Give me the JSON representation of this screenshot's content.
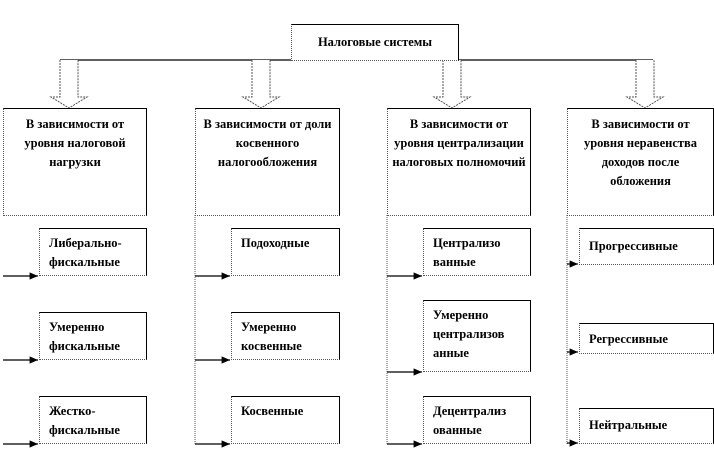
{
  "root": {
    "label": "Налоговые системы"
  },
  "columns": [
    {
      "header": "В зависимости от уровня налоговой нагрузки",
      "items": [
        "Либерально-фискальные",
        "Умеренно фискальные",
        "Жестко-фискальные"
      ]
    },
    {
      "header": "В зависимости от доли косвенного налогообложения",
      "items": [
        "Подоходные",
        "Умеренно косвенные",
        "Косвенные"
      ]
    },
    {
      "header": "В зависимости от уровня централизации налоговых полномочий",
      "items": [
        "Централизо ванные",
        "Умеренно централизов анные",
        "Децентрализ ованные"
      ]
    },
    {
      "header": "В зависимости от уровня неравенства доходов после обложения",
      "items": [
        "Прогрессивные",
        "Регрессивные",
        "Нейтральные"
      ]
    }
  ]
}
